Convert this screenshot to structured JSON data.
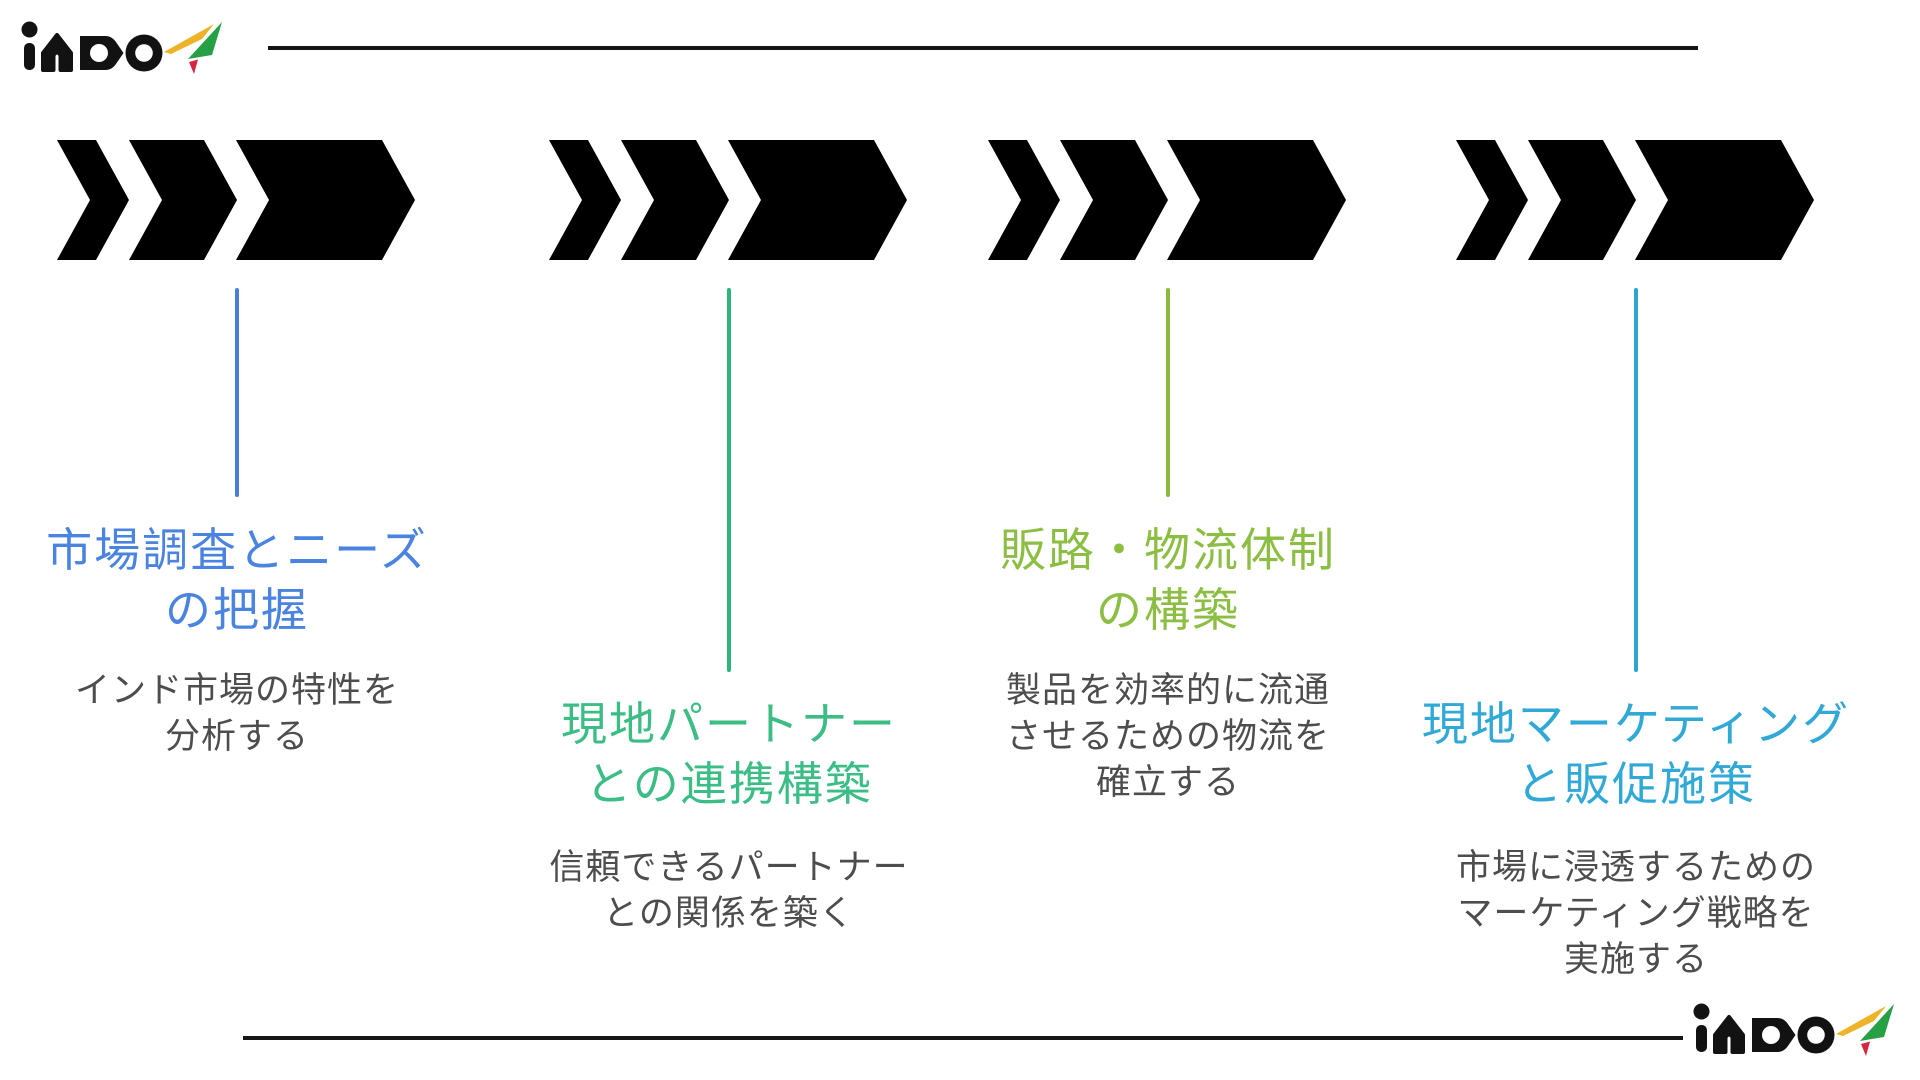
{
  "brand": {
    "name": "inDo",
    "icon": "paper-plane-icon",
    "colors": {
      "text": "#121212",
      "plane_yellow": "#efb32a",
      "plane_green": "#27a045",
      "plane_red": "#d7263f"
    }
  },
  "rules": {
    "color": "#161616"
  },
  "text": {
    "description_color": "#4d4d4d"
  },
  "steps": [
    {
      "icon": "triple-chevron-right-icon",
      "title_lines": [
        "市場調査とニーズ",
        "の把握"
      ],
      "description_lines": [
        "インド市場の特性を",
        "分析する",
        ""
      ],
      "accent": "#4a7dd6",
      "fill": "#e9effb",
      "title_color": "#4a84e0",
      "connector": "short"
    },
    {
      "icon": "triple-chevron-right-icon",
      "title_lines": [
        "現地パートナー",
        "との連携構築"
      ],
      "description_lines": [
        "信頼できるパートナー",
        "との関係を築く",
        ""
      ],
      "accent": "#2eb57e",
      "fill": "#ddf5e9",
      "title_color": "#3bbd85",
      "connector": "long"
    },
    {
      "icon": "triple-chevron-right-icon",
      "title_lines": [
        "販路・物流体制",
        "の構築"
      ],
      "description_lines": [
        "製品を効率的に流通",
        "させるための物流を",
        "確立する"
      ],
      "accent": "#8ab93d",
      "fill": "#eaf5cf",
      "title_color": "#8cbe44",
      "connector": "short"
    },
    {
      "icon": "triple-chevron-right-icon",
      "title_lines": [
        "現地マーケティング",
        "と販促施策"
      ],
      "description_lines": [
        "市場に浸透するための",
        "マーケティング戦略を",
        "実施する"
      ],
      "accent": "#2ca5cf",
      "fill": "#e0f3fa",
      "title_color": "#31a9d6",
      "connector": "long"
    }
  ]
}
